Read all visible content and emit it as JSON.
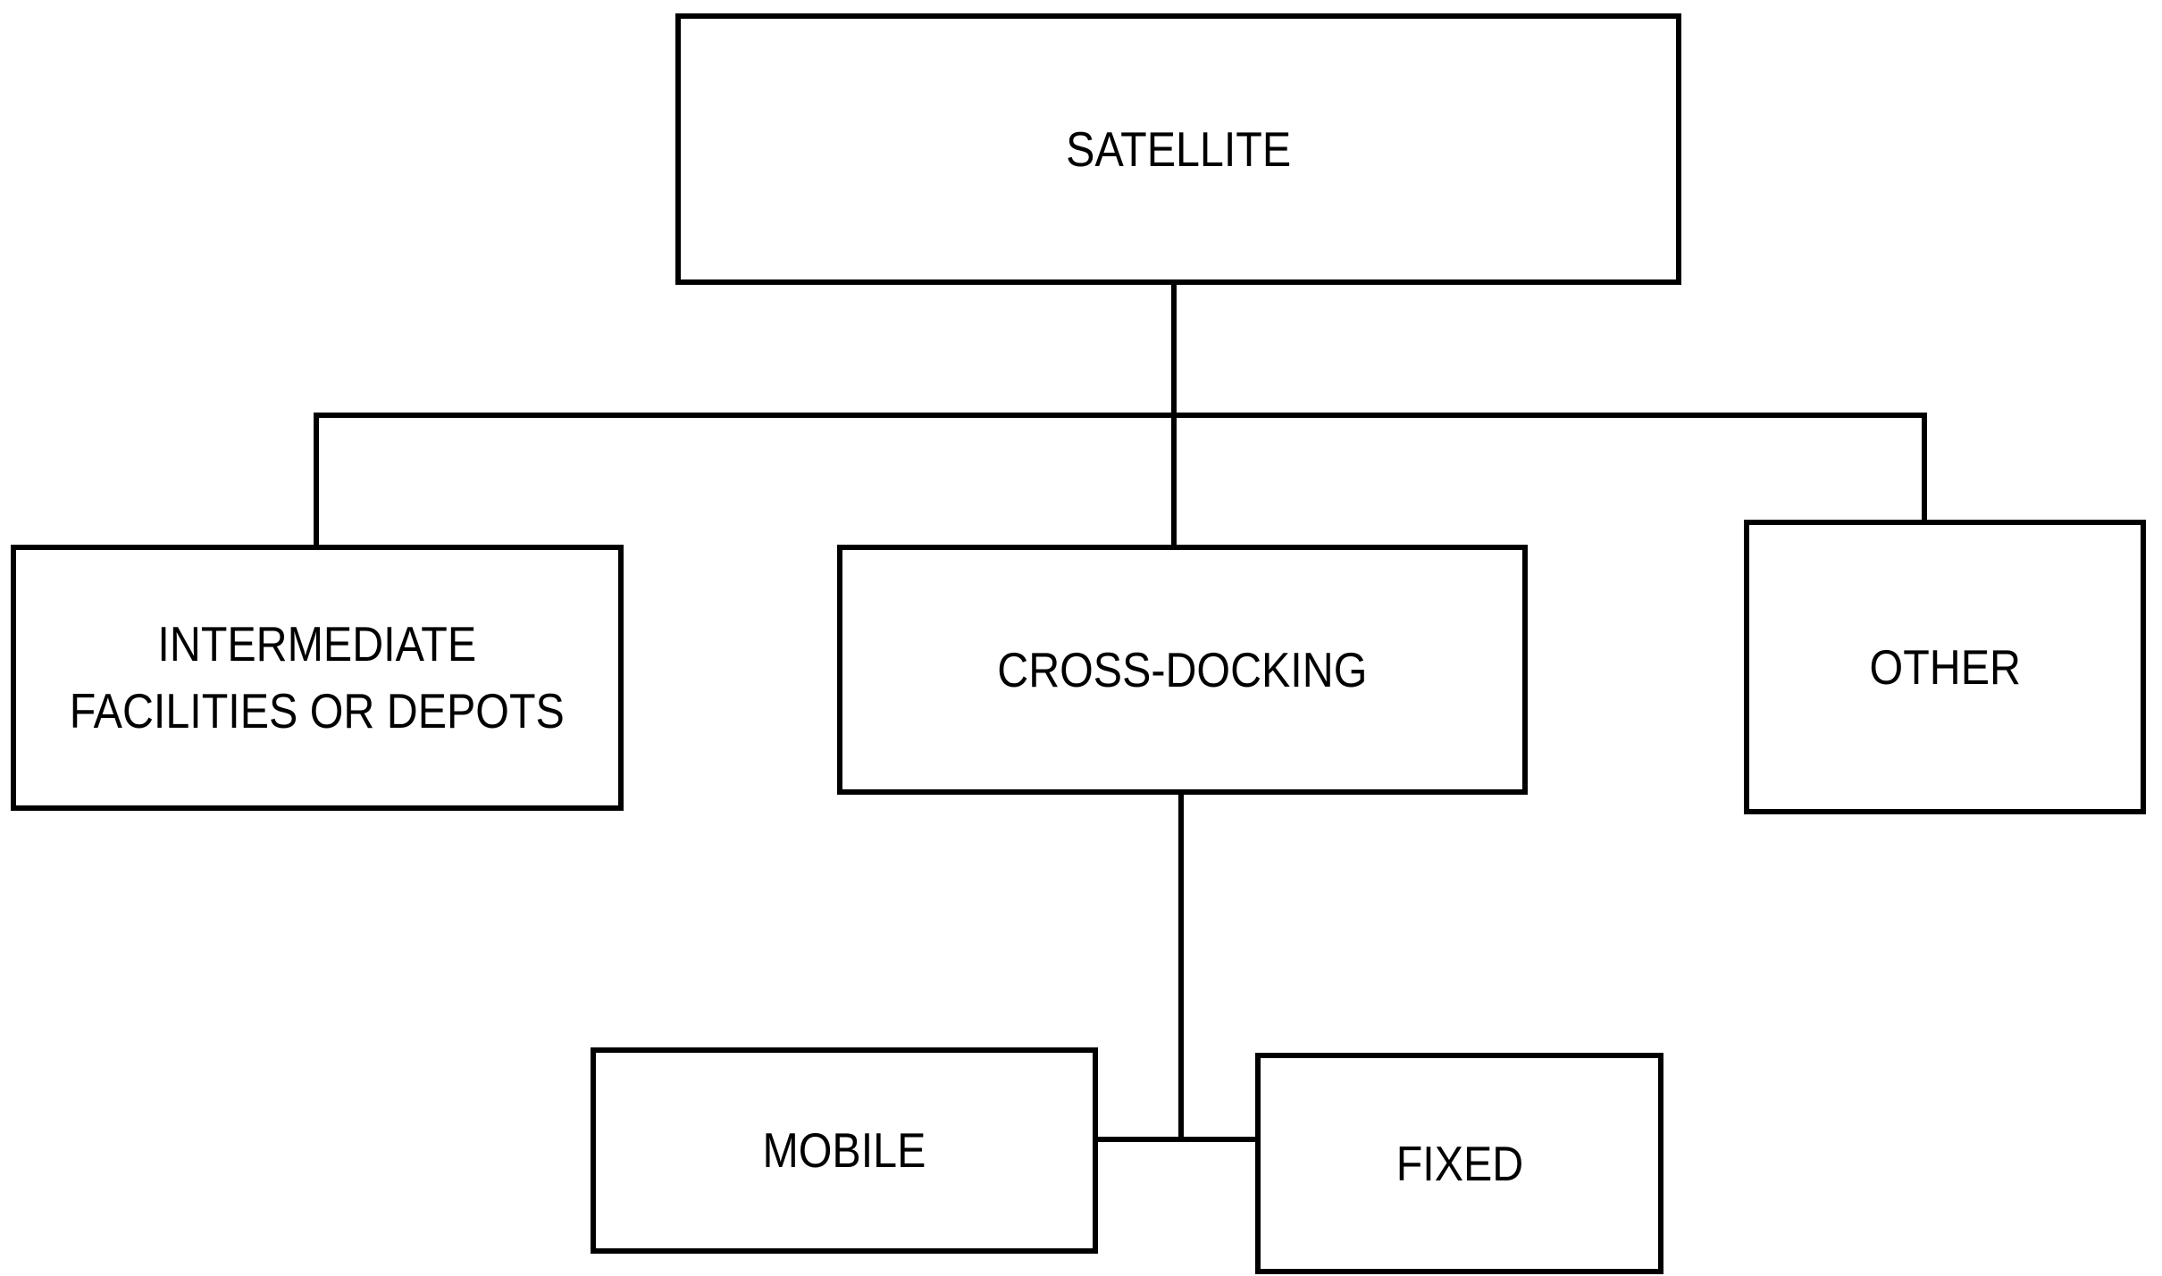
{
  "diagram": {
    "type": "flowchart",
    "background_color": "#ffffff",
    "stroke_color": "#000000",
    "nodes": [
      {
        "id": "satellite",
        "label": "SATELLITE"
      },
      {
        "id": "intermediate",
        "label": "INTERMEDIATE\nFACILITIES OR DEPOTS"
      },
      {
        "id": "cross-docking",
        "label": "CROSS-DOCKING"
      },
      {
        "id": "other",
        "label": "OTHER"
      },
      {
        "id": "mobile",
        "label": "MOBILE"
      },
      {
        "id": "fixed",
        "label": "FIXED"
      }
    ],
    "edges": [
      {
        "from": "satellite",
        "to": "intermediate"
      },
      {
        "from": "satellite",
        "to": "cross-docking"
      },
      {
        "from": "satellite",
        "to": "other"
      },
      {
        "from": "cross-docking",
        "to": "mobile"
      },
      {
        "from": "cross-docking",
        "to": "fixed"
      }
    ]
  }
}
